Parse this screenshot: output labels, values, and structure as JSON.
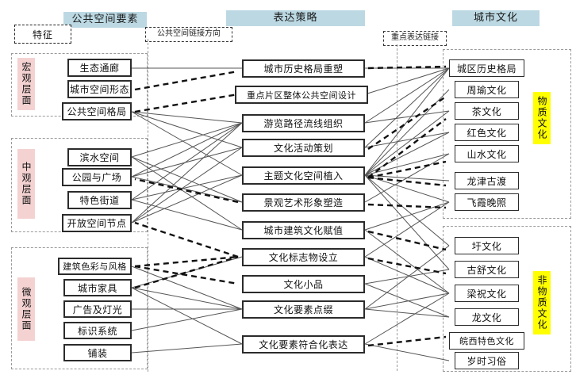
{
  "headers": [
    {
      "key": "public_space",
      "label": "公共空间要素"
    },
    {
      "key": "strategy",
      "label": "表达策略"
    },
    {
      "key": "city_culture",
      "label": "城市文化"
    }
  ],
  "legends": [
    {
      "key": "link_dir",
      "label": "公共空间链接方向"
    },
    {
      "key": "key_link",
      "label": "重点表达链接"
    }
  ],
  "feature_tag": "特征",
  "left_groups": [
    {
      "key": "macro",
      "label": "宏观层面",
      "items": [
        "生态通廊",
        "城市空间形态",
        "公共空间格局"
      ]
    },
    {
      "key": "meso",
      "label": "中观层面",
      "items": [
        "滨水空间",
        "公园与广场",
        "特色街道",
        "开放空间节点"
      ]
    },
    {
      "key": "micro",
      "label": "微观层面",
      "items": [
        "建筑色彩与风格",
        "城市家具",
        "广告及灯光",
        "标识系统",
        "铺装"
      ]
    }
  ],
  "strategies": [
    "城市历史格局重塑",
    "重点片区整体公共空间设计",
    "游览路径流线组织",
    "文化活动策划",
    "主题文化空间植入",
    "景观艺术形象塑造",
    "城市建筑文化赋值",
    "文化标志物设立",
    "文化小品",
    "文化要素点缀",
    "文化要素符合化表达"
  ],
  "right_groups": [
    {
      "key": "material",
      "label": "物质文化",
      "items": [
        "城区历史格局",
        "周瑜文化",
        "茶文化",
        "红色文化",
        "山水文化",
        "龙津古渡",
        "飞霞晚照"
      ]
    },
    {
      "key": "immaterial",
      "label": "非物质文化",
      "items": [
        "圩文化",
        "古舒文化",
        "梁祝文化",
        "龙文化",
        "皖西特色文化",
        "岁时习俗"
      ]
    }
  ],
  "colors": {
    "header_bg": "#bcd9e3",
    "group_label_bg": "#f4d2d2",
    "culture_label_bg": "#ffff00",
    "node_border": "#2b2b2b",
    "solid_link": "#555555",
    "dashed_link": "#111111"
  }
}
